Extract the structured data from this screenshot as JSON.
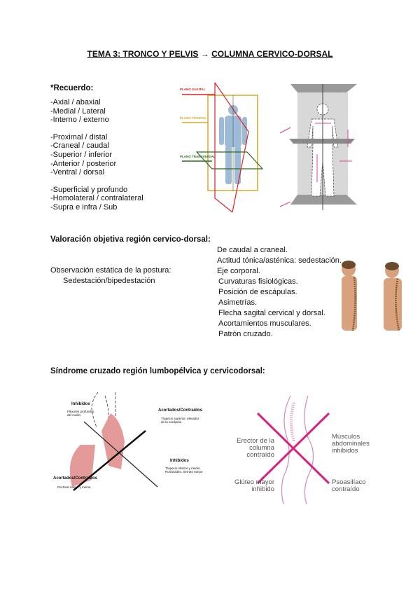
{
  "title": {
    "part1": "TEMA 3: TRONCO Y PELVIS",
    "arrow": "→",
    "part2": "COLUMNA CERVICO-DORSAL"
  },
  "recuerdo": {
    "heading": "*Recuerdo:",
    "groups": [
      [
        "-Axial  / abaxial",
        "-Medial  / Lateral",
        "-Interno  / externo"
      ],
      [
        "-Proximal  / distal",
        "-Craneal  / caudal",
        "-Superior  / inferior",
        "-Anterior  / posterior",
        "-Ventral / dorsal"
      ],
      [
        "-Superficial y profundo",
        "-Homolateral  / contralateral",
        "-Supra e infra  / Sub"
      ]
    ]
  },
  "planes_figure": {
    "labels": [
      "PLANO SAGITAL",
      "PLANO FRONTAL",
      "PLANO TRANSVERSAL"
    ],
    "colors": {
      "sagittal": "#e02020",
      "frontal": "#d4a82a",
      "transverse": "#2f6b22",
      "body": "#9dbbd6"
    }
  },
  "valoracion": {
    "heading": "Valoración objetiva región cervico-dorsal:",
    "left": [
      "Observación estática de la postura:",
      "Sedestación/bipedestación"
    ],
    "items": [
      "De caudal a craneal.",
      "Actitud tónica/asténica: sedestación.",
      "Eje corporal.",
      "Curvaturas fisiológicas.",
      "Posición de escápulas.",
      "Asimetrías.",
      "Flecha sagital cervical y dorsal.",
      "Acortamientos musculares.",
      "Patrón cruzado."
    ]
  },
  "sindrome": {
    "heading": "Síndrome cruzado región lumbopélvica y cervicodorsal:",
    "upper": {
      "inhibidos1": "Inhibidos",
      "inhibidos1_sub": "Flexores profundos del cuello",
      "acortados1": "Acortados/Contraídos",
      "acortados1_sub": "Trapecio superior, elevador de la escápula",
      "inhibidos2": "Inhibidos",
      "inhibidos2_sub": "Trapecio inferior y medio, Romboides, Serrato mayor",
      "acortados2": "Acortados/Contraídos",
      "acortados2_sub": "Pectoral mayor y menor"
    },
    "lower": {
      "erector": "Erector de la columna contraído",
      "abdominales": "Músculos abdominales inhibidos",
      "gluteo": "Glúteo mayor inhibido",
      "psoas": "Psoasilíaco contraído",
      "cross_color": "#d6237f"
    }
  }
}
